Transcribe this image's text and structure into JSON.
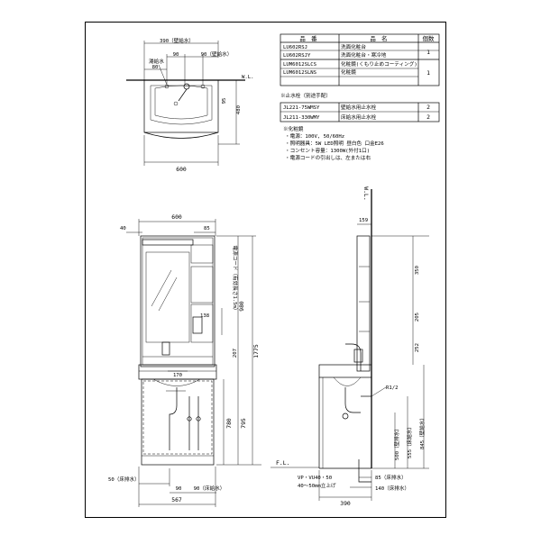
{
  "parts_table": {
    "headers": [
      "品　番",
      "品　名",
      "個数"
    ],
    "rows": [
      {
        "code": "LU602RSJ",
        "name": "洗面化粧台",
        "qty": "1"
      },
      {
        "code": "LU602RSJY",
        "name": "洗面化粧台・寒冷地",
        "qty": ""
      },
      {
        "code": "LUM6012SLCS",
        "name": "化粧鏡(くもり止めコーティング)",
        "qty": "1"
      },
      {
        "code": "LUM6012SLNS",
        "name": "化粧鏡",
        "qty": ""
      }
    ],
    "faucet_title": "※止水栓（別途手配）",
    "faucet_rows": [
      {
        "code": "JL221-75WMSY",
        "name": "壁給水用止水栓",
        "qty": "2"
      },
      {
        "code": "JL211-330WMY",
        "name": "床給水用止水栓",
        "qty": "2"
      }
    ]
  },
  "mirror_notes": {
    "title": "※化粧鏡",
    "lines": [
      "・電源：100V, 50/60Hz",
      "・照明器具：5W LED照明 昼白色 口金E26",
      "・コンセント容量：1300W(外付1口)",
      "・電源コードの引出しは、左または右"
    ]
  },
  "top_view": {
    "dims": {
      "d390": "390（壁給水）",
      "d90a": "90",
      "d90b": "90（壁給水）",
      "d80": "80",
      "d480": "480",
      "d600": "600"
    },
    "labels": {
      "hot": "湯給水",
      "wl": "W.L."
    }
  },
  "front_view": {
    "dims": {
      "d600": "600",
      "d40": "40",
      "d85": "85",
      "d980": "980",
      "d207": "207",
      "d1775": "1775",
      "d138": "138",
      "d170": "170",
      "d780": "780",
      "d795": "795",
      "d50": "50（床排水）",
      "d90a": "90",
      "d90b": "90（床給水）",
      "d567": "567"
    },
    "labels": {
      "cord": "電源コード（有効長さ1.5m）",
      "fl": "F.L."
    }
  },
  "side_view": {
    "dims": {
      "d159": "159",
      "d350": "350",
      "d205": "205",
      "d252": "252",
      "d845": "845（壁給水）",
      "d555": "555（床給水）",
      "d500": "500（壁排水）",
      "d85": "85（床排水）",
      "d140": "140（床排水）",
      "d390": "390",
      "r12": "R1/2"
    },
    "labels": {
      "wl": "W.L.",
      "drain": "VP・VU40・50",
      "drain2": "40～50mm立上げ"
    }
  }
}
